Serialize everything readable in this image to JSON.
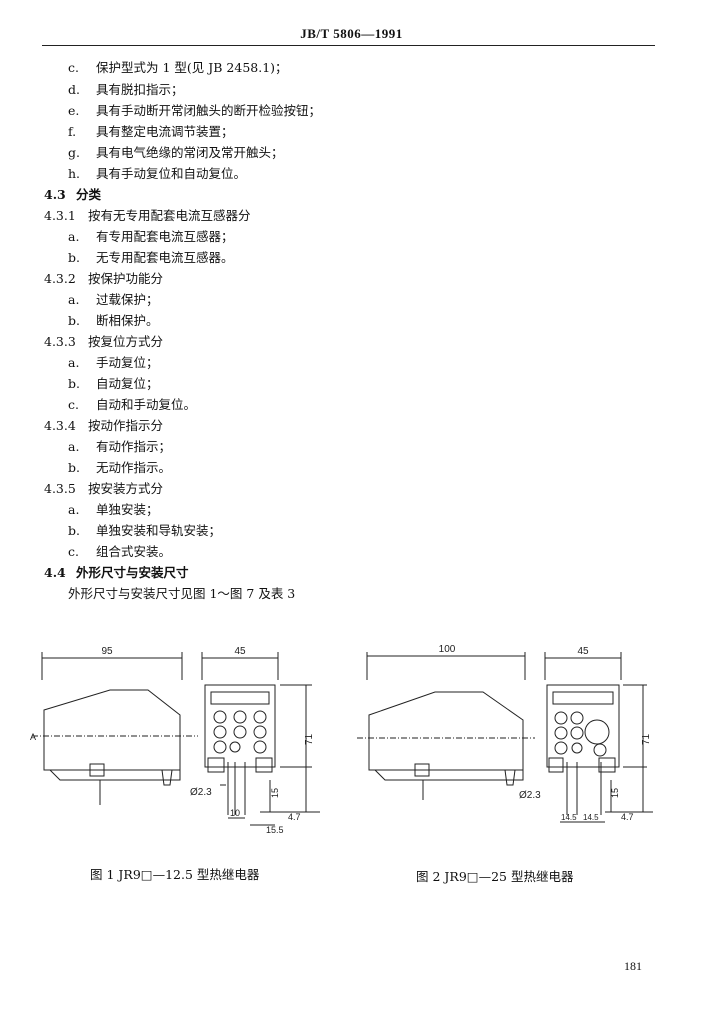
{
  "header": {
    "standard": "JB/T 5806—1991"
  },
  "items": [
    {
      "label": "c.",
      "text": "保护型式为 1 型(见 JB 2458.1)；"
    },
    {
      "label": "d.",
      "text": "具有脱扣指示；"
    },
    {
      "label": "e.",
      "text": "具有手动断开常闭触头的断开检验按钮；"
    },
    {
      "label": "f.",
      "text": "具有整定电流调节装置；"
    },
    {
      "label": "g.",
      "text": "具有电气绝缘的常闭及常开触头；"
    },
    {
      "label": "h.",
      "text": "具有手动复位和自动复位。"
    },
    {
      "label": "4.3",
      "text": "分类"
    },
    {
      "label": "4.3.1",
      "text": "按有无专用配套电流互感器分"
    },
    {
      "label": "a.",
      "text": "有专用配套电流互感器；"
    },
    {
      "label": "b.",
      "text": "无专用配套电流互感器。"
    },
    {
      "label": "4.3.2",
      "text": "按保护功能分"
    },
    {
      "label": "a.",
      "text": "过载保护；"
    },
    {
      "label": "b.",
      "text": "断相保护。"
    },
    {
      "label": "4.3.3",
      "text": "按复位方式分"
    },
    {
      "label": "a.",
      "text": "手动复位；"
    },
    {
      "label": "b.",
      "text": "自动复位；"
    },
    {
      "label": "c.",
      "text": "自动和手动复位。"
    },
    {
      "label": "4.3.4",
      "text": "按动作指示分"
    },
    {
      "label": "a.",
      "text": "有动作指示；"
    },
    {
      "label": "b.",
      "text": "无动作指示。"
    },
    {
      "label": "4.3.5",
      "text": "按安装方式分"
    },
    {
      "label": "a.",
      "text": "单独安装；"
    },
    {
      "label": "b.",
      "text": "单独安装和导轨安装；"
    },
    {
      "label": "c.",
      "text": "组合式安装。"
    },
    {
      "label": "4.4",
      "text": "外形尺寸与安装尺寸"
    }
  ],
  "body_text": "外形尺寸与安装尺寸见图 1～图 7 及表 3",
  "figure1": {
    "caption": "图 1  JR9□—12.5 型热继电器",
    "dims": {
      "width": "95",
      "depth": "45",
      "height": "71",
      "dia": "Ø2.3",
      "pin": "15",
      "gap": "4.7",
      "pitch": "10",
      "span": "15.5",
      "axis": "A"
    }
  },
  "figure2": {
    "caption": "图 2  JR9□—25 型热继电器",
    "dims": {
      "width": "100",
      "depth": "45",
      "height": "71",
      "dia": "Ø2.3",
      "pin": "15",
      "gap": "4.7",
      "pitch1": "14.5",
      "pitch2": "14.5"
    }
  },
  "page_number": "181"
}
